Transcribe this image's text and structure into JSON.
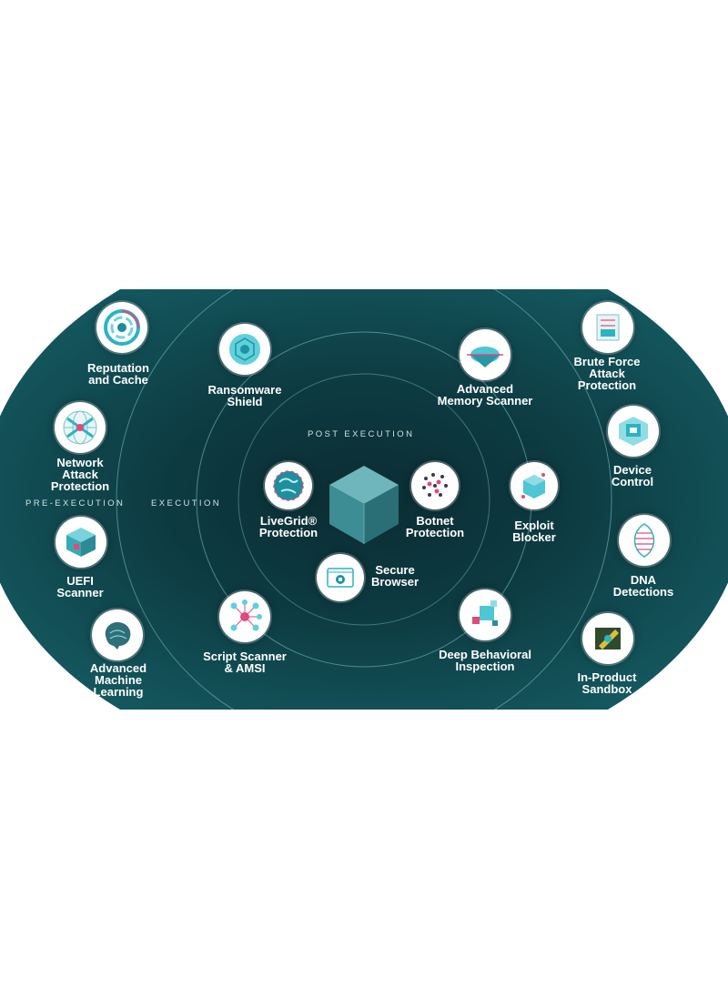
{
  "rings": {
    "pre_execution": "PRE-EXECUTION",
    "execution": "EXECUTION",
    "post_execution": "POST EXECUTION"
  },
  "nodes": {
    "reputation": "Reputation\nand Cache",
    "network_attack": "Network\nAttack\nProtection",
    "uefi": "UEFI\nScanner",
    "machine_learning": "Advanced\nMachine\nLearning",
    "ransomware": "Ransomware\nShield",
    "memory_scanner": "Advanced\nMemory Scanner",
    "script_scanner": "Script Scanner\n& AMSI",
    "deep_behavioral": "Deep Behavioral\nInspection",
    "exploit_blocker": "Exploit\nBlocker",
    "livegrid": "LiveGrid®\nProtection",
    "botnet": "Botnet\nProtection",
    "secure_browser": "Secure\nBrowser",
    "brute_force": "Brute Force\nAttack\nProtection",
    "device_control": "Device\nControl",
    "dna": "DNA\nDetections",
    "sandbox": "In-Product\nSandbox"
  },
  "colors": {
    "panel_dark": "#0b2f35",
    "panel_mid": "#0f4a52",
    "ring_line": "#5f9ea4",
    "accent_teal": "#3fb8c4",
    "text": "#ffffff"
  }
}
